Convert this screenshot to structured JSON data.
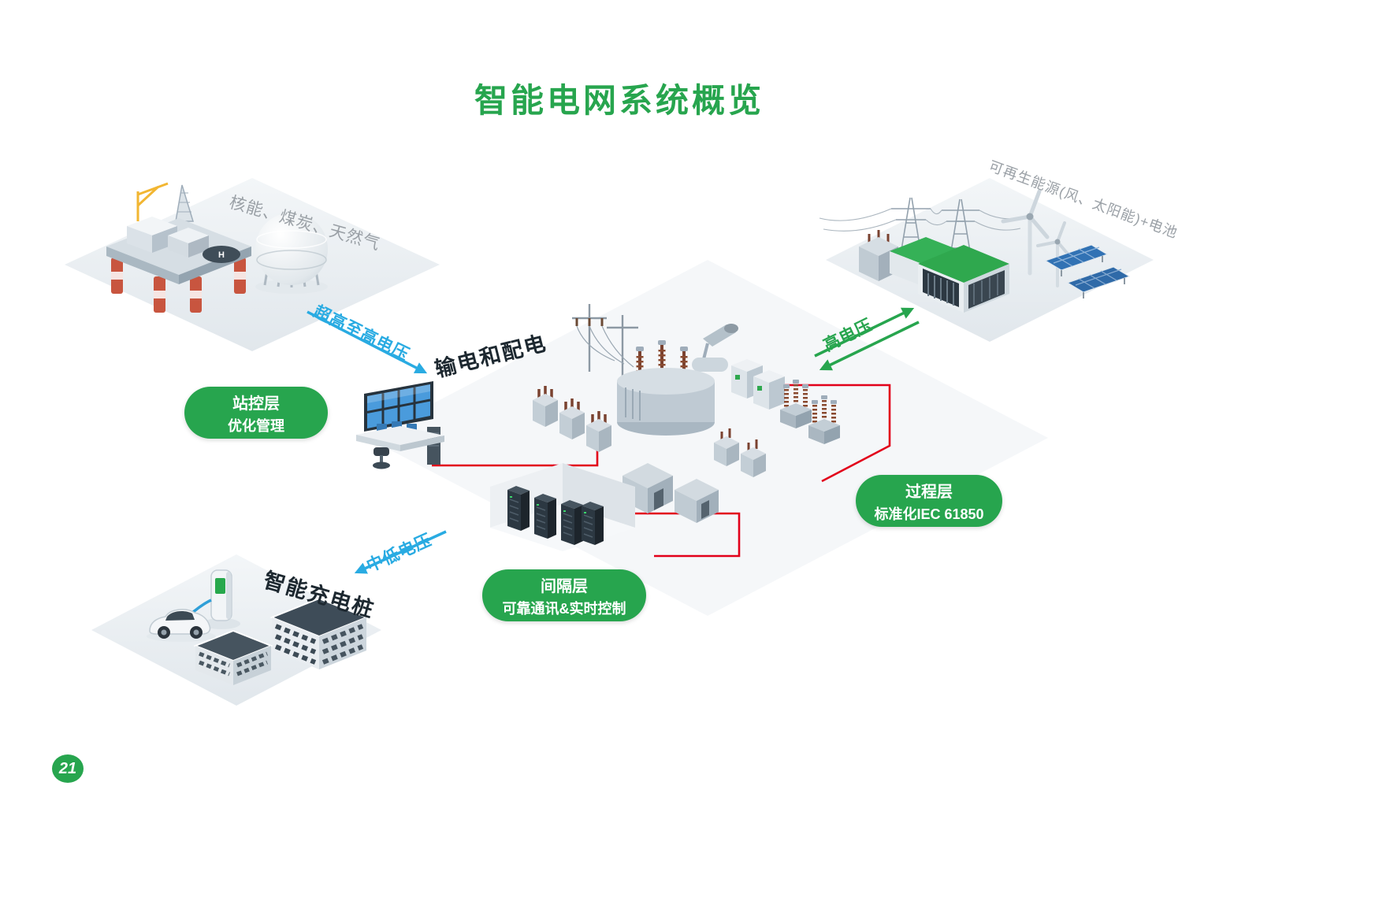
{
  "slide": {
    "title": "智能电网系统概览",
    "page_number": "21"
  },
  "colors": {
    "brand_green": "#27a54e",
    "flow_blue": "#29abe2",
    "network_red": "#e2001a",
    "muted_label_gray": "#9aa0a6",
    "dark_label": "#1d2830"
  },
  "section_labels": {
    "fossil_sources": "核能、煤炭、天然气",
    "renewable_sources": "可再生能源(风、太阳能)+电池",
    "transmission_distribution": "输电和配电",
    "smart_ev_charging": "智能充电桩"
  },
  "flow_labels": {
    "extra_high_voltage": "超高至高电压",
    "high_voltage": "高电压",
    "medium_low_voltage": "中低电压"
  },
  "layer_badges": {
    "station_level": {
      "line1": "站控层",
      "line2": "优化管理"
    },
    "process_level": {
      "line1": "过程层",
      "line2": "标准化IEC 61850"
    },
    "bay_level": {
      "line1": "间隔层",
      "line2": "可靠通讯&实时控制"
    }
  },
  "illustrations": {
    "helipad_marker": "H"
  }
}
